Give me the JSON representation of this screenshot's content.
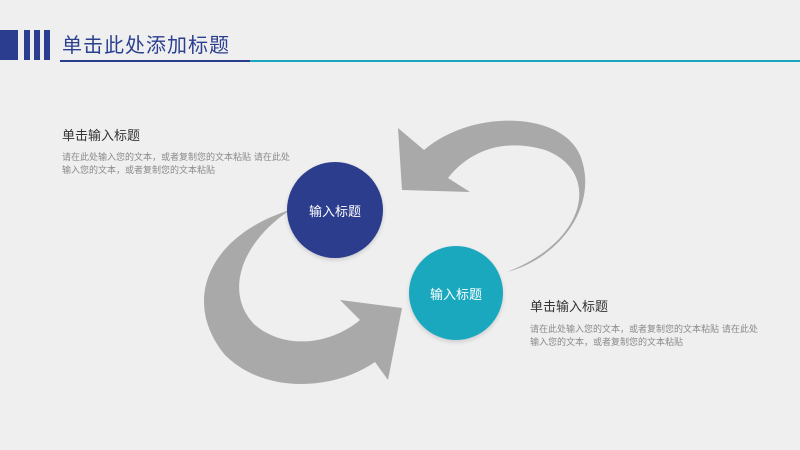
{
  "header": {
    "title": "单击此处添加标题"
  },
  "blocks": [
    {
      "title": "单击输入标题",
      "body": "请在此处输入您的文本，或者复制您的文本粘贴 请在此处输入您的文本，或者复制您的文本粘贴"
    },
    {
      "title": "单击输入标题",
      "body": "请在此处输入您的文本，或者复制您的文本粘贴 请在此处输入您的文本，或者复制您的文本粘贴"
    }
  ],
  "circles": [
    {
      "label": "输入标题"
    },
    {
      "label": "输入标题"
    }
  ],
  "colors": {
    "navy": "#2b3d8c",
    "cyan": "#1aa8bf",
    "arrow": "#a9a9a9",
    "background": "#efeff0"
  }
}
